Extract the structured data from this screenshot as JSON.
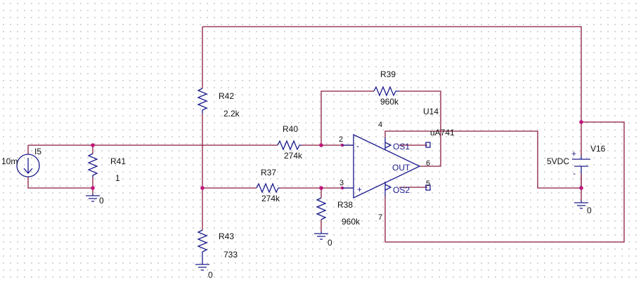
{
  "components": {
    "r42": {
      "ref": "R42",
      "value": "2.2k"
    },
    "r43": {
      "ref": "R43",
      "value": "733"
    },
    "r41": {
      "ref": "R41",
      "value": "1"
    },
    "r40": {
      "ref": "R40",
      "value": "274k"
    },
    "r37": {
      "ref": "R37",
      "value": "274k"
    },
    "r39": {
      "ref": "R39",
      "value": "960k"
    },
    "r38": {
      "ref": "R38",
      "value": "960k"
    },
    "i5": {
      "ref": "I5",
      "value": "10m"
    },
    "v16": {
      "ref": "V16",
      "value": "5VDC"
    },
    "u14": {
      "ref": "U14",
      "part": "uA741"
    }
  },
  "opamp_labels": {
    "os1": "OS1",
    "os2": "OS2",
    "out": "OUT",
    "minus": "-",
    "plus": "+",
    "pin2": "2",
    "pin3": "3",
    "pin4": "4",
    "pin5": "5",
    "pin6": "6",
    "pin7": "7"
  },
  "battery_signs": {
    "plus": "+",
    "minus": "-"
  },
  "grounds": {
    "g1": "0",
    "g2": "0",
    "g3": "0",
    "g4": "0"
  },
  "colors": {
    "wire": "#8b1a3c",
    "part": "#1a1a8c",
    "junction": "#c0177a",
    "background": "#ffffff",
    "grid_dot": "#c8c8c8"
  }
}
